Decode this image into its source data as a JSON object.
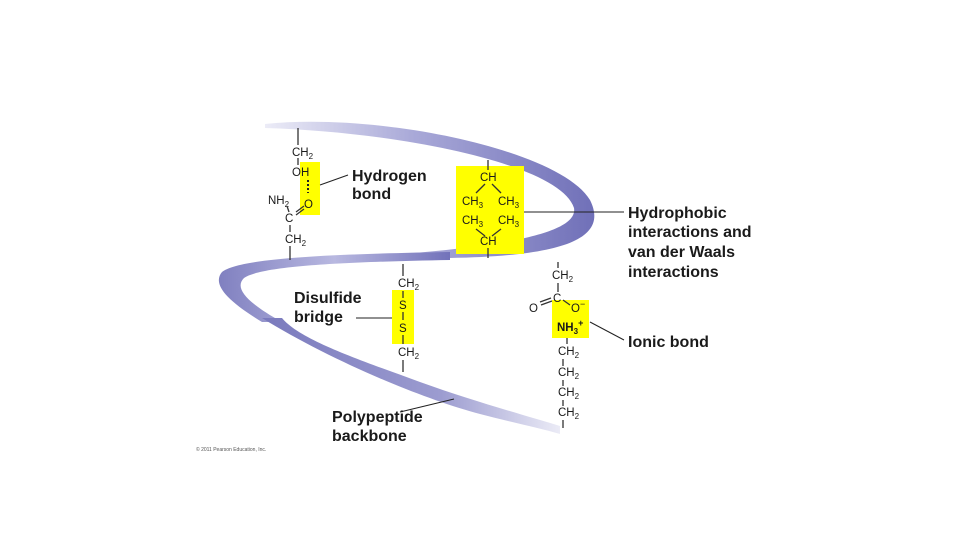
{
  "colors": {
    "highlight": "#ffff00",
    "ribbon_dark": "#7f7fc0",
    "ribbon_light": "#d9d9ee",
    "text": "#1a1a1a"
  },
  "labels": {
    "hydrogen_bond": [
      "Hydrogen",
      "bond"
    ],
    "hydrophobic": [
      "Hydrophobic",
      "interactions and",
      "van der Waals",
      "interactions"
    ],
    "disulfide": [
      "Disulfide",
      "bridge"
    ],
    "ionic": "Ionic bond",
    "backbone": [
      "Polypeptide",
      "backbone"
    ]
  },
  "copyright": "© 2011 Pearson Education, Inc.",
  "chem": {
    "ch2": "CH",
    "sub2": "2",
    "sub3": "3",
    "oh": "OH",
    "o": "O",
    "nh2": "NH",
    "c": "C",
    "ch": "CH",
    "ch3": "CH",
    "s": "S",
    "o_minus": "O",
    "minus": "−",
    "nh3": "NH",
    "plus": "+"
  }
}
